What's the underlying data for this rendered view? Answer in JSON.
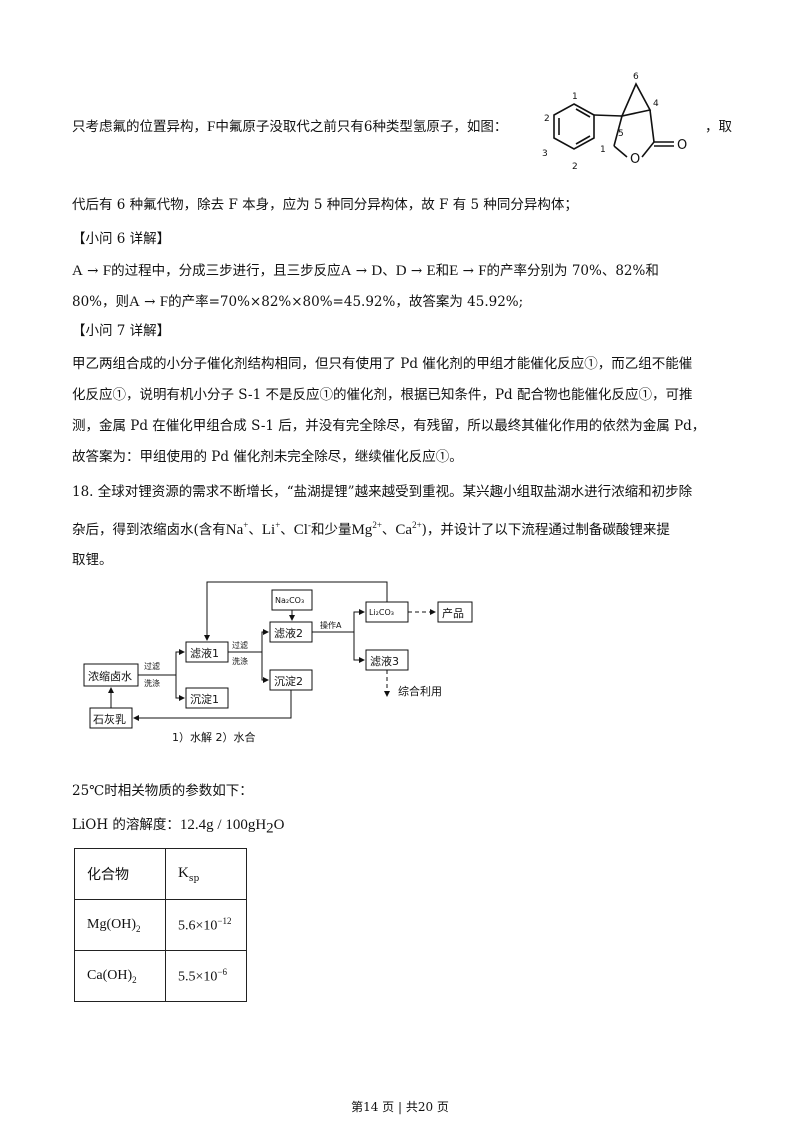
{
  "para1": {
    "before": "只考虑氟的位置异构，",
    "F": "F",
    "middle": "中氟原子没取代之前只有",
    "n6": "6",
    "after": "种类型氢原子，如图：",
    "trail": "，取"
  },
  "structure_labels": [
    "1",
    "2",
    "3",
    "2",
    "1",
    "4",
    "5",
    "6",
    "O",
    "O"
  ],
  "para2": "代后有 6 种氟代物，除去 F 本身，应为 5 种同分异构体，故 F 有 5 种同分异构体；",
  "sub6_heading": "【小问 6 详解】",
  "sub6": {
    "l1_a": "A",
    "l1_b": "F",
    "l1_c": "的过程中，分成三步进行，且三步反应",
    "r1_from": "A",
    "r1_to": "D",
    "sep1": "、",
    "r2_from": "D",
    "r2_to": "E",
    "and": "和",
    "r3_from": "E",
    "r3_to": "F",
    "l1_end": "的产率分别为 70%、82%和",
    "l2_a": "80%，则",
    "l2_from": "A",
    "l2_to": "F",
    "l2_b": "的产率=70%×82%×80%=45.92%，故答案为 45.92%;"
  },
  "sub7_heading": "【小问 7 详解】",
  "sub7_lines": [
    "甲乙两组合成的小分子催化剂结构相同，但只有使用了 Pd 催化剂的甲组才能催化反应①，而乙组不能催",
    "化反应①，说明有机小分子 S-1 不是反应①的催化剂，根据已知条件，Pd 配合物也能催化反应①，可推",
    "测，金属 Pd 在催化甲组合成 S-1 后，并没有完全除尽，有残留，所以最终其催化作用的依然为金属 Pd，",
    "故答案为：甲组使用的 Pd 催化剂未完全除尽，继续催化反应①。"
  ],
  "q18": {
    "line1": "18. 全球对锂资源的需求不断增长，“盐湖提锂”越来越受到重视。某兴趣小组取盐湖水进行浓缩和初步除",
    "line2_a": "杂后，得到浓缩卤水(含有",
    "na": "Na",
    "na_c": "+",
    "sep1": "、",
    "li": "Li",
    "li_c": "+",
    "sep2": "、",
    "cl": "Cl",
    "cl_c": "-",
    "mid": "和少量",
    "mg": "Mg",
    "mg_c": "2+",
    "sep3": "、",
    "ca": "Ca",
    "ca_c": "2+",
    "line2_b": ")，并设计了以下流程通过制备碳酸锂来提",
    "line3": "取锂。"
  },
  "flow": {
    "brine": "浓缩卤水",
    "lime": "石灰乳",
    "filtrate1": "滤液1",
    "precip1": "沉淀1",
    "filtrate2": "滤液2",
    "precip2": "沉淀2",
    "na2co3": "Na₂CO₃",
    "li2co3": "Li₂CO₃",
    "product": "产品",
    "filtrate3": "滤液3",
    "reuse": "综合利用",
    "filter_a": "过滤",
    "wash_a": "洗涤",
    "filter_b": "过滤",
    "wash_b": "洗涤",
    "opA": "操作A",
    "return_label": "1）水解 2）水合"
  },
  "params_title": "25℃时相关物质的参数如下：",
  "lioh": {
    "label": "LiOH 的溶解度：",
    "value": "12.4g / 100gH",
    "sub": "2",
    "tail": "O"
  },
  "ksp_table": {
    "header_compound": "化合物",
    "header_ksp": "K",
    "header_ksp_sub": "sp",
    "rows": [
      {
        "name": "Mg",
        "formula": "(OH)",
        "sub": "2",
        "mant": "5.6×10",
        "exp": "−12"
      },
      {
        "name": "Ca",
        "formula": "(OH)",
        "sub": "2",
        "mant": "5.5×10",
        "exp": "−6"
      }
    ]
  },
  "footer": "第14 页 | 共20 页"
}
